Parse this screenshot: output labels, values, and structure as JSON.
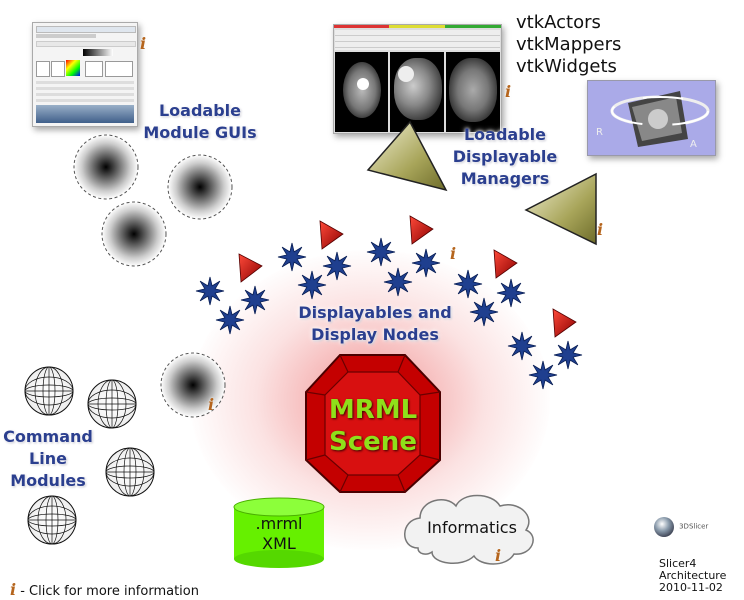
{
  "labels": {
    "module_guis": "Loadable\nModule GUIs",
    "displayable_managers": "Loadable\nDisplayable\nManagers",
    "displayables": "Displayables and\nDisplay Nodes",
    "command_line": "Command\nLine\nModules",
    "mrml_scene": "MRML\nScene",
    "mrml_xml": ".mrml\nXML",
    "informatics": "Informatics"
  },
  "vtk_list": [
    "vtkActors",
    "vtkMappers",
    "vtkWidgets"
  ],
  "info_glyph": "i",
  "legend_text": " - Click for more information",
  "slicer_logo_text": "3DSlicer",
  "title_block": [
    "Slicer4",
    "Architecture",
    "2010-11-02"
  ],
  "render_letters": [
    "R",
    "A"
  ],
  "colors": {
    "blue_text": "#2b3f8f",
    "info": "#b5651d",
    "scene_red": "#c40000",
    "scene_text": "#8fe01a",
    "star_blue": "#1f3f8f",
    "triangle_olive": "#8c8a3a",
    "xml_green": "#66f000"
  }
}
